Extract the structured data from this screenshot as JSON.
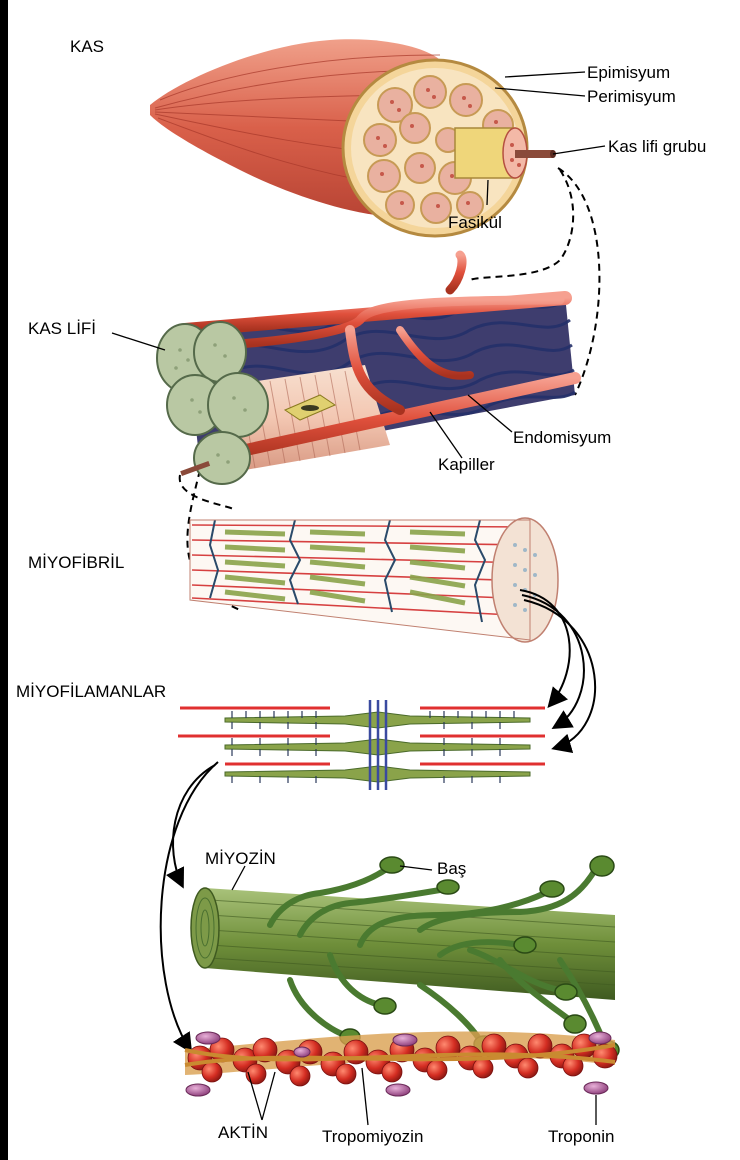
{
  "labels": {
    "kas": "KAS",
    "epimisyum": "Epimisyum",
    "perimisyum": "Perimisyum",
    "kas_lifi_grubu": "Kas lifi grubu",
    "fasikul": "Fasikül",
    "kas_lifi": "KAS LİFİ",
    "endomisyum": "Endomisyum",
    "kapiller": "Kapiller",
    "miyofibril": "MİYOFİBRİL",
    "miyofilamanlar": "MİYOFİLAMANLAR",
    "miyozin": "MİYOZİN",
    "bas": "Baş",
    "aktin": "AKTİN",
    "tropomiyozin": "Tropomiyozin",
    "troponin": "Troponin"
  },
  "colors": {
    "muscle_red": "#d9604a",
    "vessel_red": "#e0503c",
    "nerve_blue": "#2c3a78",
    "myosin_green": "#6f8f3a",
    "actin_red": "#d42d22",
    "troponin_purple": "#b0609a",
    "tropomyosin_tan": "#d9a050"
  }
}
